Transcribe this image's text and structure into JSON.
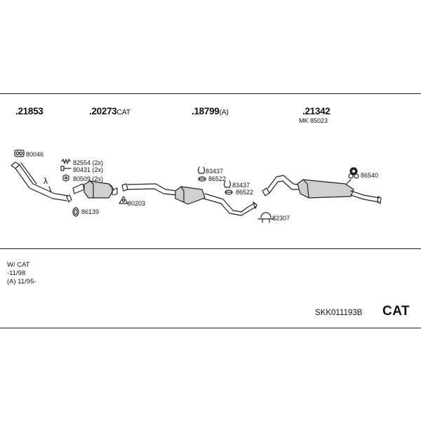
{
  "parts": {
    "p1": {
      "number": ".21853",
      "suffix": ""
    },
    "p2": {
      "number": ".20273",
      "suffix": "CAT"
    },
    "p3": {
      "number": ".18799",
      "suffix": "(A)"
    },
    "p4": {
      "number": ".21342",
      "suffix": "",
      "sub": "MK 85023"
    }
  },
  "refs": {
    "r80046": "80046",
    "r82554": "82554 (2x)",
    "r80431": "80431 (2x)",
    "r80509": "80509 (2x)",
    "r86139": "86139",
    "r80203": "80203",
    "r83437a": "83437",
    "r86522a": "86522",
    "r83437b": "83437",
    "r86522b": "86522",
    "r82307": "82307",
    "r86540": "86540",
    "lambda": "λ"
  },
  "notes": {
    "line1": "W/ CAT",
    "line2": "-11/98",
    "line3": "(A) 11/95-"
  },
  "footer": {
    "code": "SKK011193B",
    "badge": "CAT"
  }
}
